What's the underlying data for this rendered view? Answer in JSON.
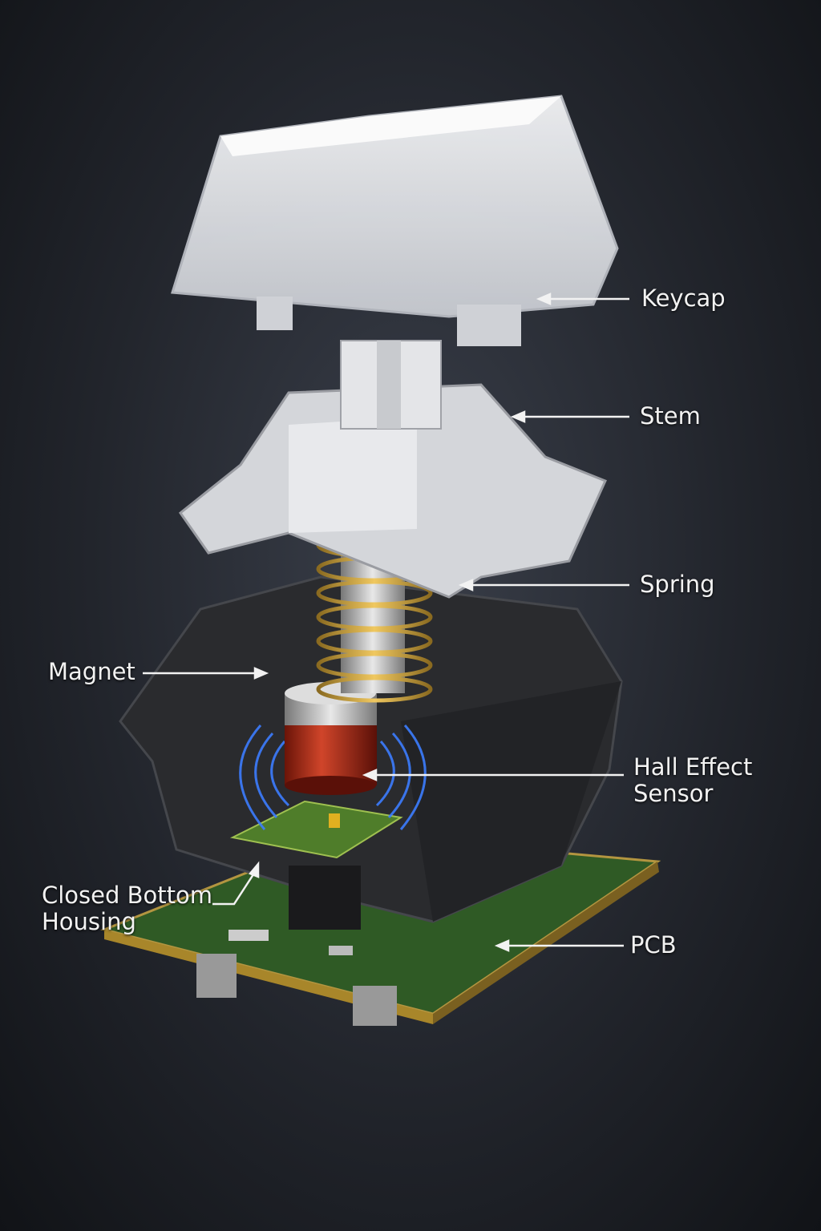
{
  "labels": {
    "keycap": "Keycap",
    "stem": "Stem",
    "spring": "Spring",
    "magnet": "Magnet",
    "hall_line1": "Hall Effect",
    "hall_line2": "Sensor",
    "housing_line1": "Closed Bottom",
    "housing_line2": "Housing",
    "pcb": "PCB"
  },
  "colors": {
    "background": "#22252c",
    "keycap": "#e6e8ec",
    "stem": "#d4d6da",
    "spring": "#c9a040",
    "housing": "#2a2b2e",
    "magnet_red": "#b0301c",
    "field_lines": "#3c7dff",
    "pcb": "#2f5a25"
  }
}
